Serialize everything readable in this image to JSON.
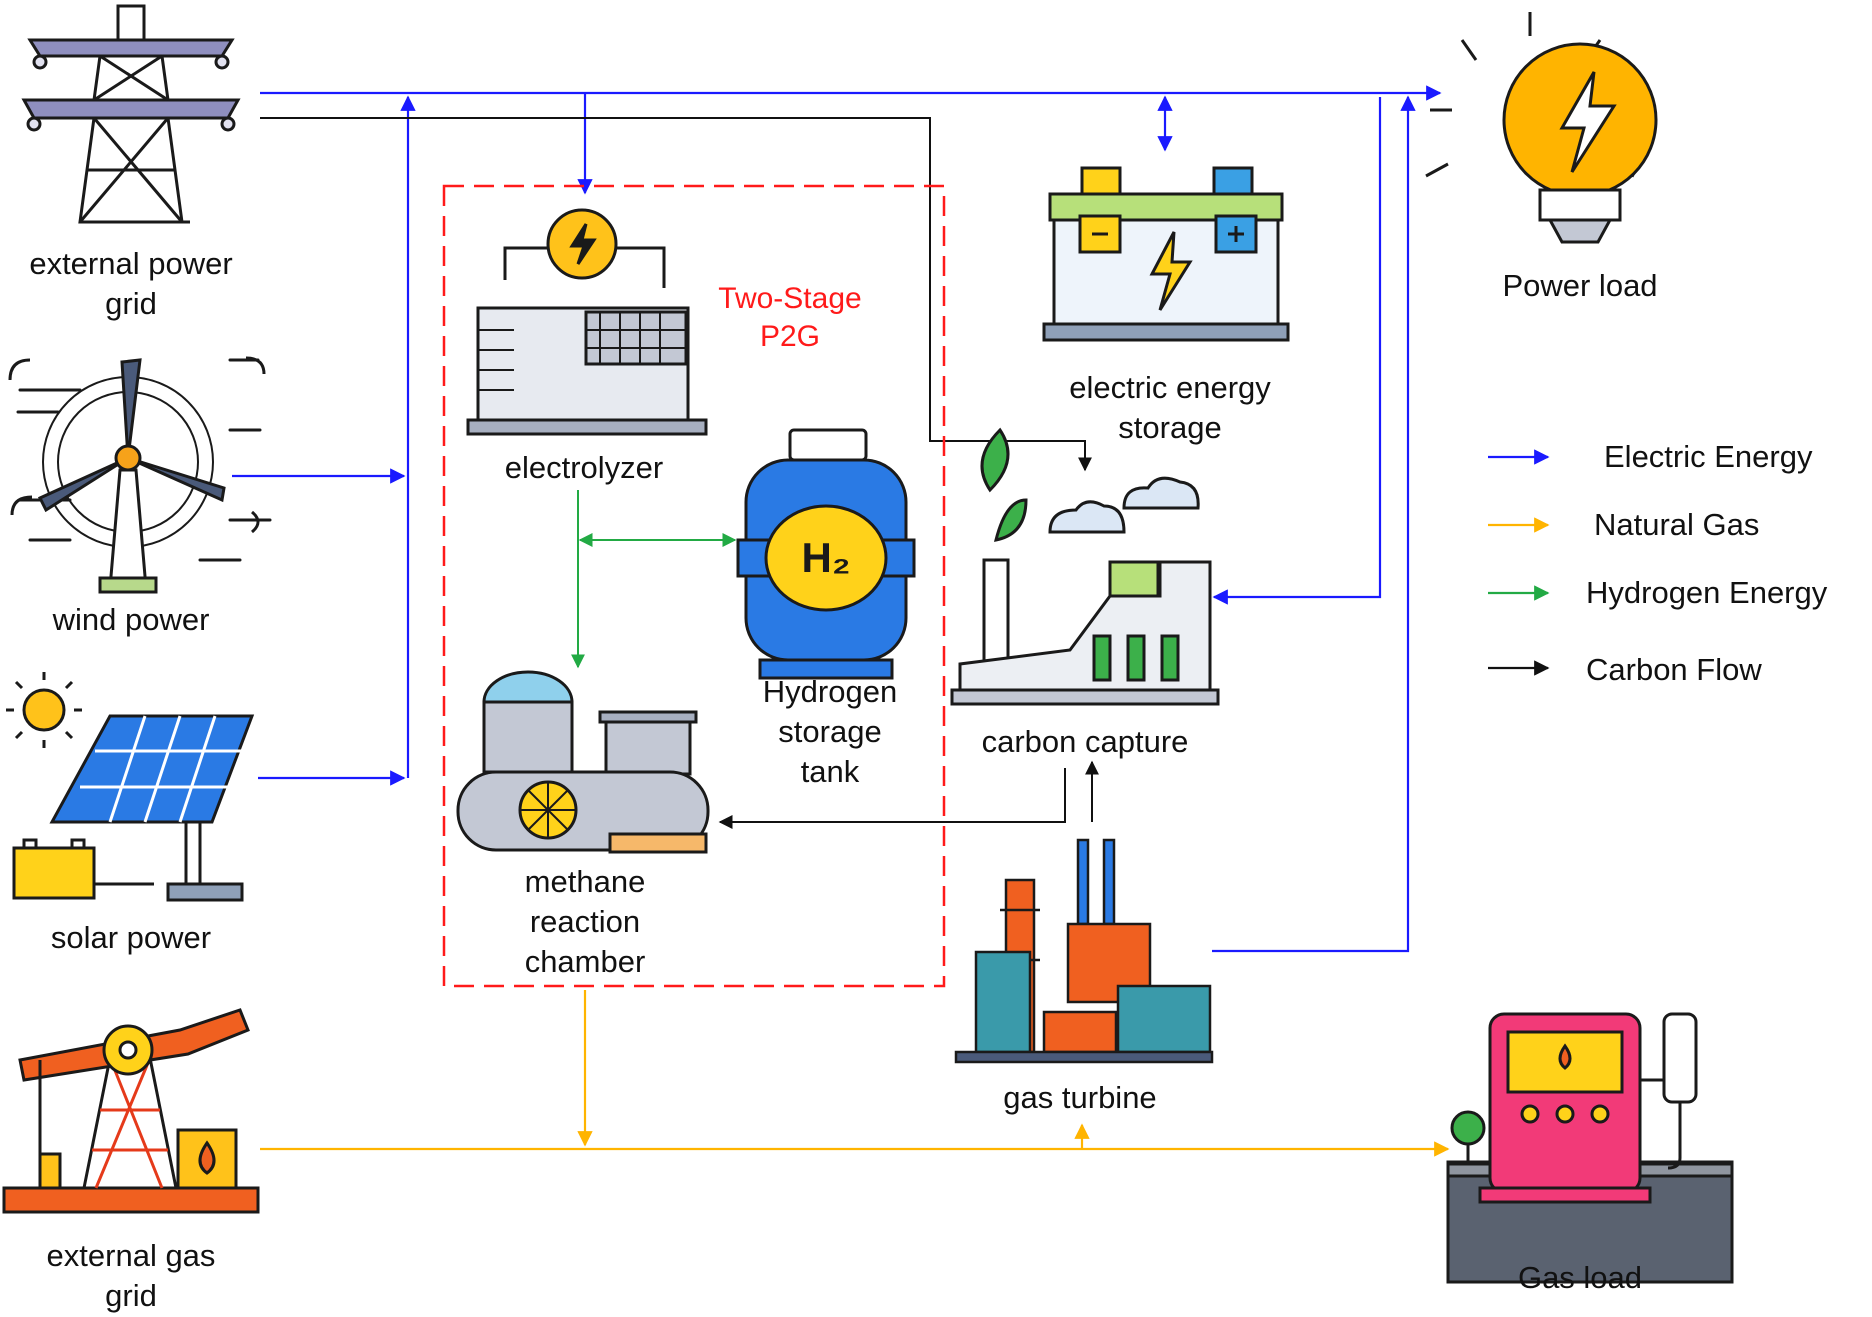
{
  "components": {
    "external_power_grid": {
      "label_line1": "external power",
      "label_line2": "grid"
    },
    "wind_power": {
      "label": "wind power"
    },
    "solar_power": {
      "label": "solar power"
    },
    "external_gas_grid": {
      "label_line1": "external gas",
      "label_line2": "grid"
    },
    "electrolyzer": {
      "label": "electrolyzer"
    },
    "hydrogen_storage_tank": {
      "label_line1": "Hydrogen",
      "label_line2": "storage",
      "label_line3": "tank",
      "badge": "H₂"
    },
    "methane_reaction_chamber": {
      "label_line1": "methane",
      "label_line2": "reaction",
      "label_line3": "chamber"
    },
    "electric_energy_storage": {
      "label_line1": "electric energy",
      "label_line2": "storage"
    },
    "carbon_capture": {
      "label": "carbon capture"
    },
    "gas_turbine": {
      "label": "gas turbine"
    },
    "power_load": {
      "label": "Power load"
    },
    "gas_load": {
      "label": "Gas load"
    }
  },
  "p2g_box": {
    "title_line1": "Two-Stage",
    "title_line2": "P2G",
    "color": "#ff1a1a"
  },
  "legend": [
    {
      "label": "Electric Energy",
      "color": "#1a1aff"
    },
    {
      "label": "Natural Gas",
      "color": "#ffb400"
    },
    {
      "label": "Hydrogen Energy",
      "color": "#22aa44"
    },
    {
      "label": "Carbon Flow",
      "color": "#111111"
    }
  ],
  "colors": {
    "electric": "#1a1aff",
    "gas": "#ffb400",
    "hydrogen": "#22aa44",
    "carbon": "#111111"
  }
}
